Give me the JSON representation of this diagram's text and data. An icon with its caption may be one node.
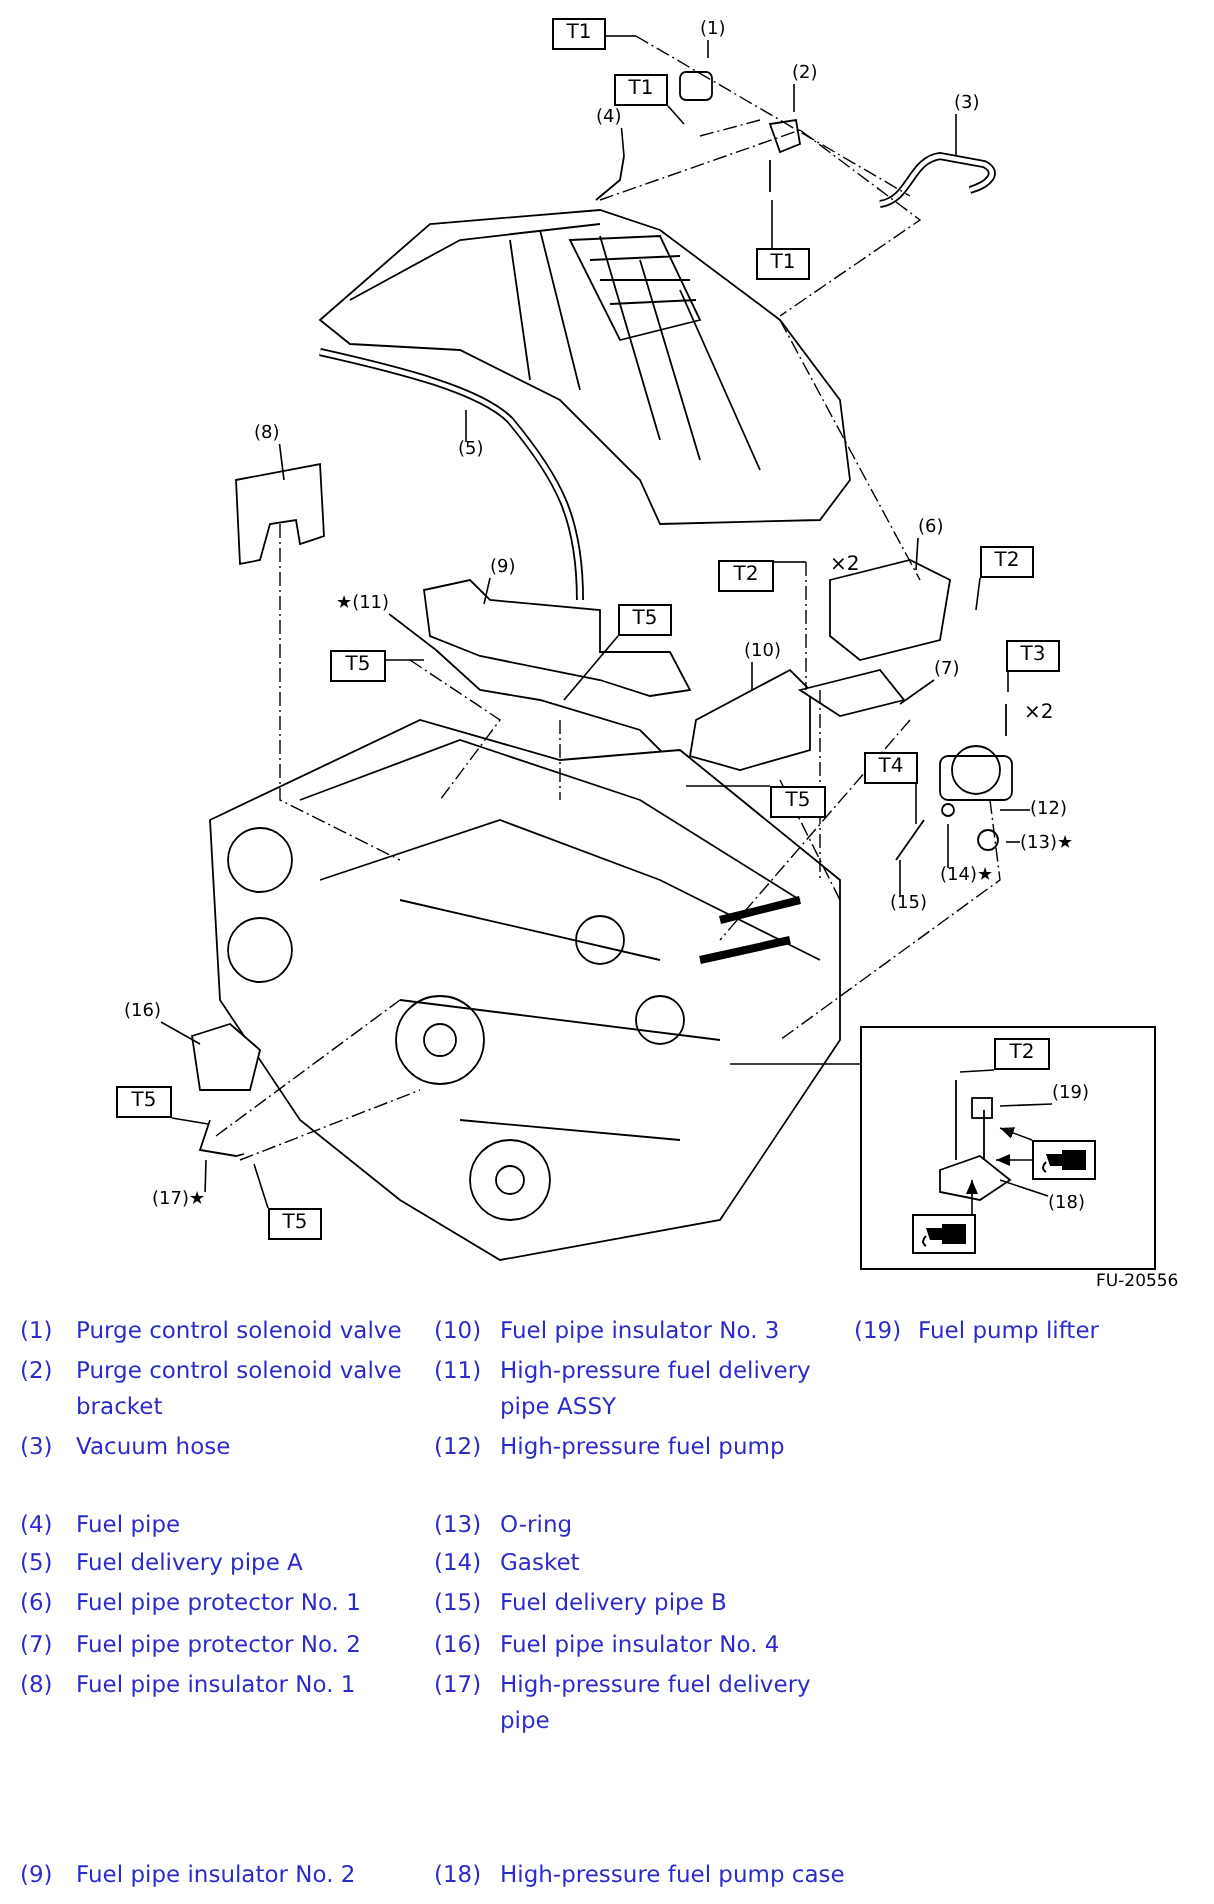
{
  "diagram": {
    "nodes": [
      {
        "text": [
          "T1"
        ]
      },
      {
        "text": [
          "(1)"
        ]
      },
      {
        "text": [
          "T1"
        ]
      },
      {
        "text": [
          "(4)"
        ]
      },
      {
        "text": [
          "(2)"
        ]
      },
      {
        "text": [
          "(3)"
        ]
      },
      {
        "text": [
          "T1"
        ]
      },
      {
        "text": [
          "(5)"
        ]
      },
      {
        "text": [
          "(8)"
        ]
      },
      {
        "text": [
          "(9)"
        ]
      },
      {
        "text": [
          "★(11)"
        ]
      },
      {
        "text": [
          "T5"
        ]
      },
      {
        "text": [
          "T5"
        ]
      },
      {
        "text": [
          "(6)"
        ]
      },
      {
        "text": [
          "T2"
        ]
      },
      {
        "text": [
          "T2"
        ]
      },
      {
        "text": [
          "(10)"
        ]
      },
      {
        "text": [
          "(7)"
        ]
      },
      {
        "text": [
          "T5"
        ]
      },
      {
        "text": [
          "T3"
        ]
      },
      {
        "text": [
          "T4"
        ]
      },
      {
        "text": [
          "(12)"
        ]
      },
      {
        "text": [
          "(13)★"
        ]
      },
      {
        "text": [
          "(14)★"
        ]
      },
      {
        "text": [
          "(15)"
        ]
      },
      {
        "text": [
          "(16)"
        ]
      },
      {
        "text": [
          "T5"
        ]
      },
      {
        "text": [
          "(17)★"
        ]
      },
      {
        "text": [
          "T5"
        ]
      },
      {
        "text": [],
        "shape": "box"
      },
      {
        "text": [
          "T2"
        ],
        "in": 29
      },
      {
        "text": [
          "(19)"
        ],
        "in": 29
      },
      {
        "text": [
          "(18)"
        ],
        "in": 29
      },
      {
        "text": [],
        "shape": "picture",
        "in": 29
      },
      {
        "text": [],
        "shape": "picture",
        "in": 29
      }
    ],
    "edges": [
      {
        "from": 0,
        "to": null,
        "arrow": "none"
      },
      {
        "from": 1,
        "to": null,
        "arrow": "none"
      },
      {
        "from": 2,
        "to": null,
        "arrow": "none"
      },
      {
        "from": 3,
        "to": null,
        "arrow": "none"
      },
      {
        "from": 4,
        "to": null,
        "arrow": "none"
      },
      {
        "from": 5,
        "to": null,
        "arrow": "none"
      },
      {
        "from": 6,
        "to": null,
        "arrow": "none"
      },
      {
        "from": 7,
        "to": null,
        "arrow": "none"
      },
      {
        "from": 8,
        "to": null,
        "arrow": "none"
      },
      {
        "from": 9,
        "to": null,
        "arrow": "none"
      },
      {
        "from": 10,
        "to": null,
        "arrow": "none"
      },
      {
        "from": 11,
        "to": null,
        "arrow": "none"
      },
      {
        "from": 12,
        "to": null,
        "arrow": "none"
      },
      {
        "from": 13,
        "to": null,
        "arrow": "none"
      },
      {
        "from": 14,
        "to": null,
        "arrow": "none"
      },
      {
        "from": 15,
        "to": null,
        "arrow": "none"
      },
      {
        "from": 16,
        "to": null,
        "arrow": "none"
      },
      {
        "from": 17,
        "to": null,
        "arrow": "none"
      },
      {
        "from": 18,
        "to": null,
        "arrow": "none"
      },
      {
        "from": 19,
        "to": null,
        "arrow": "none"
      },
      {
        "from": 20,
        "to": null,
        "arrow": "none"
      },
      {
        "from": 21,
        "to": null,
        "arrow": "none"
      },
      {
        "from": 22,
        "to": null,
        "arrow": "none"
      },
      {
        "from": 23,
        "to": null,
        "arrow": "none"
      },
      {
        "from": 24,
        "to": null,
        "arrow": "none"
      },
      {
        "from": 25,
        "to": null,
        "arrow": "none"
      },
      {
        "from": 26,
        "to": null,
        "arrow": "none"
      },
      {
        "from": 27,
        "to": null,
        "arrow": "none"
      },
      {
        "from": 28,
        "to": null,
        "arrow": "none"
      },
      {
        "from": 30,
        "to": null,
        "arrow": "none"
      },
      {
        "from": 31,
        "to": null,
        "arrow": "none"
      },
      {
        "from": 32,
        "to": null,
        "arrow": "none"
      },
      {
        "from": 33,
        "to": null,
        "arrow": "to"
      },
      {
        "from": 33,
        "to": null,
        "arrow": "to"
      },
      {
        "from": 34,
        "to": null,
        "arrow": "to"
      },
      {
        "from": 29,
        "to": null,
        "arrow": "none"
      }
    ],
    "labels": [
      "×2",
      "×2",
      "FU-20556",
      "(1)",
      "Purge control solenoid valve",
      "(10)",
      "Fuel pipe insulator No. 3",
      "(19)",
      "Fuel pump lifter",
      "(2)",
      "Purge control solenoid valve bracket",
      "(11)",
      "High-pressure fuel delivery pipe ASSY",
      "(3)",
      "Vacuum hose",
      "(12)",
      "High-pressure fuel pump",
      "(4)",
      "Fuel pipe",
      "(13)",
      "O-ring",
      "(5)",
      "Fuel delivery pipe A",
      "(14)",
      "Gasket",
      "(6)",
      "Fuel pipe protector No. 1",
      "(15)",
      "Fuel delivery pipe B",
      "(7)",
      "Fuel pipe protector No. 2",
      "(16)",
      "Fuel pipe insulator No. 4",
      "(8)",
      "Fuel pipe insulator No. 1",
      "(17)",
      "High-pressure fuel delivery pipe",
      "(9)",
      "Fuel pipe insulator No. 2",
      "(18)",
      "High-pressure fuel pump case"
    ]
  }
}
